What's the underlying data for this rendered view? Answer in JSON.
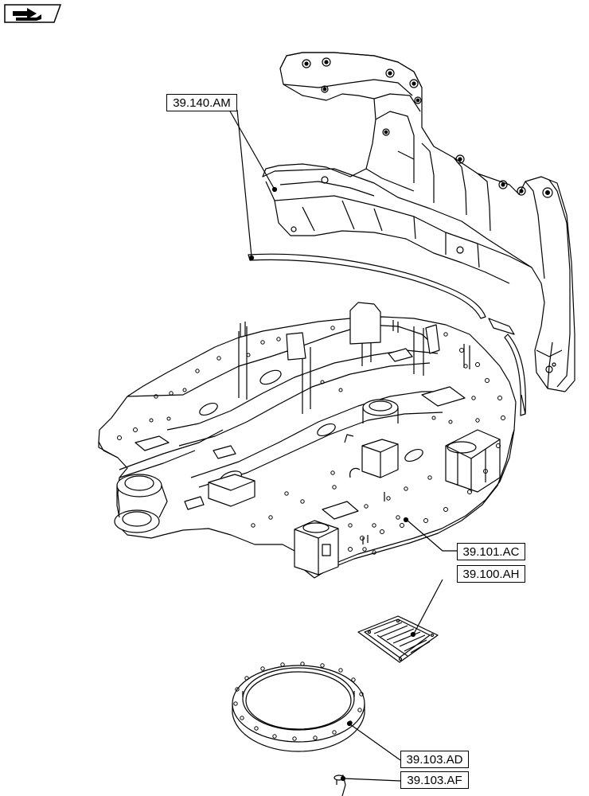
{
  "nav_icon": "arrow-right-icon",
  "callouts": {
    "counterweight": "39.140.AM",
    "frame": "39.101.AC",
    "cover_plate": "39.100.AH",
    "slewing_ring": "39.103.AD",
    "bolt": "39.103.AF"
  },
  "colors": {
    "line": "#000000",
    "fill": "#ffffff",
    "shade": "#e6e6e6"
  }
}
